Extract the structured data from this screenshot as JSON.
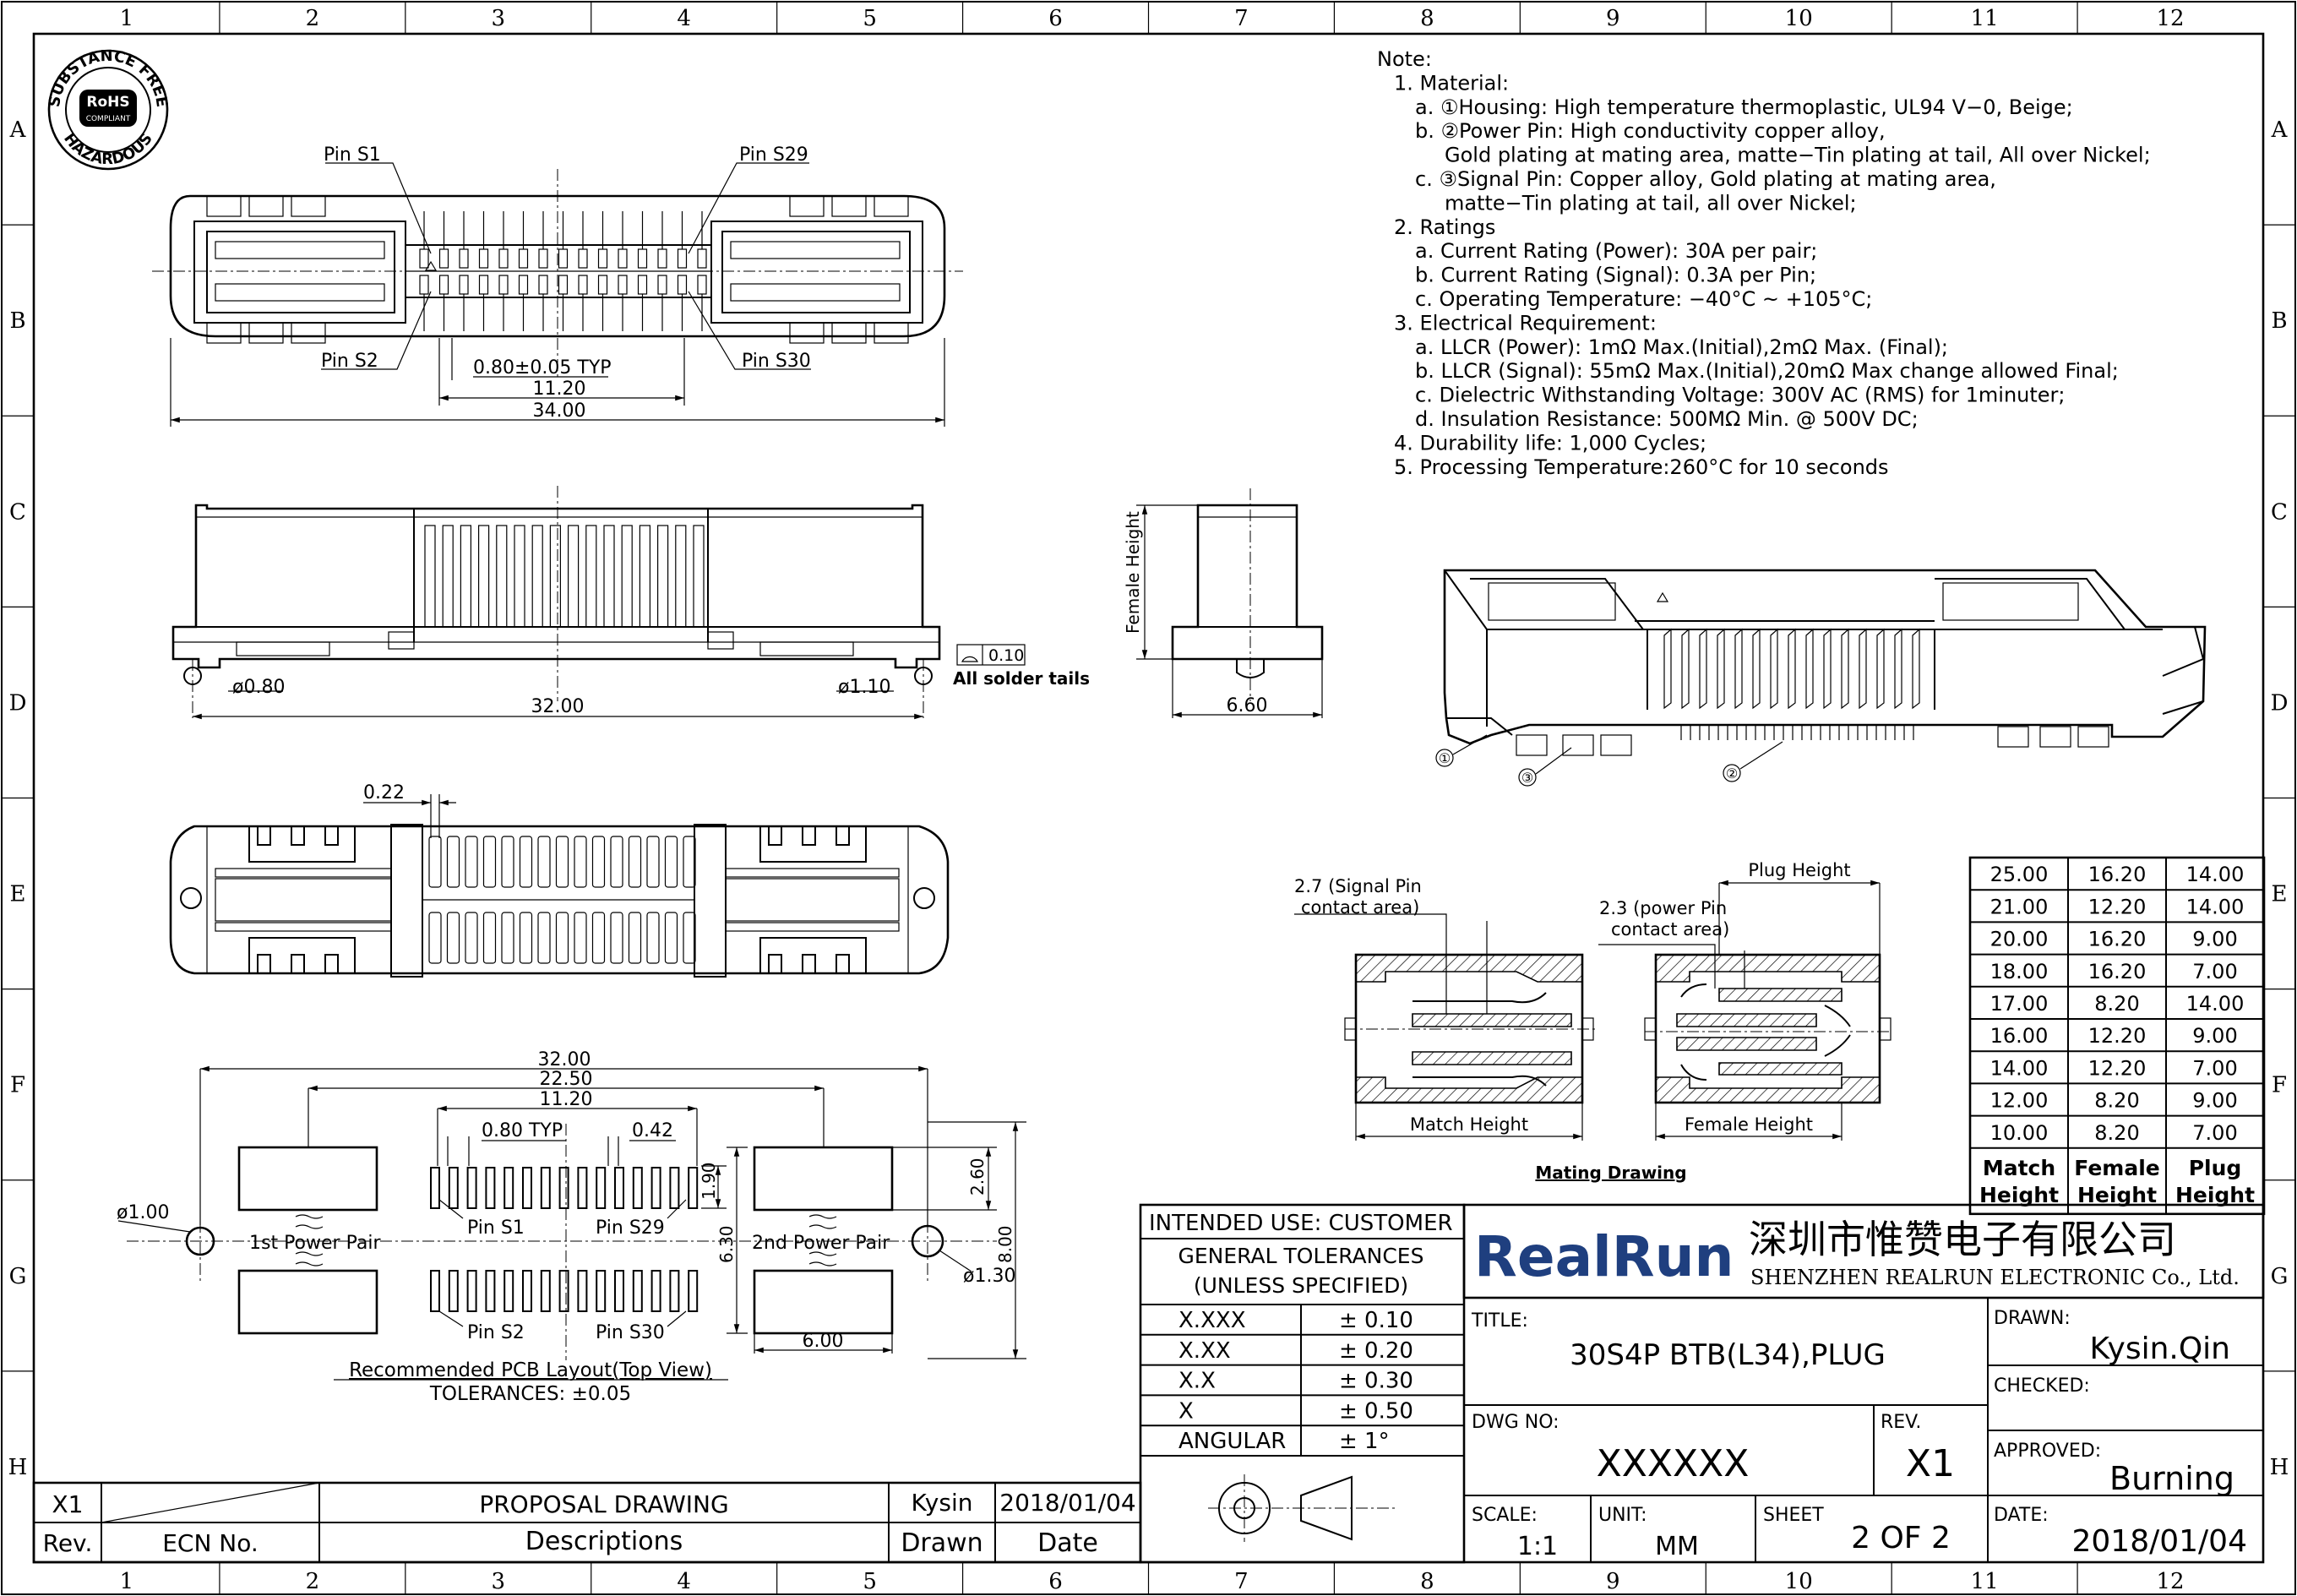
{
  "grid": {
    "columns": [
      "1",
      "2",
      "3",
      "4",
      "5",
      "6",
      "7",
      "8",
      "9",
      "10",
      "11",
      "12"
    ],
    "rows": [
      "A",
      "B",
      "C",
      "D",
      "E",
      "F",
      "G",
      "H"
    ]
  },
  "rohs": {
    "top": "SUBSTANCE FREE",
    "mid1": "RoHS",
    "mid2": "COMPLIANT",
    "bottom": "HAZARDOUS"
  },
  "top_view": {
    "pin_s1": "Pin S1",
    "pin_s29": "Pin S29",
    "pin_s2": "Pin S2",
    "pin_s30": "Pin S30",
    "pitch": "0.80±0.05 TYP",
    "dim_inner": "11.20",
    "dim_overall": "34.00"
  },
  "side_view": {
    "dim_width": "32.00",
    "hole_left": "ø0.80",
    "hole_right": "ø1.10",
    "flatness": "0.10",
    "solder_note": "All solder tails"
  },
  "end_view": {
    "label_height": "Female Height",
    "dim_width": "6.60"
  },
  "bottom_view": {
    "dim_gap": "0.22"
  },
  "pcb": {
    "dim_32": "32.00",
    "dim_22": "22.50",
    "dim_11": "11.20",
    "pitch": "0.80 TYP",
    "dim_042": "0.42",
    "hole_left": "ø1.00",
    "hole_right": "ø1.30",
    "dim_190": "1.90",
    "dim_260": "2.60",
    "dim_630": "6.30",
    "dim_800": "8.00",
    "dim_600": "6.00",
    "pin_s1": "Pin S1",
    "pin_s29": "Pin S29",
    "pin_s2": "Pin S2",
    "pin_s30": "Pin S30",
    "power1": "1st Power Pair",
    "power2": "2nd Power Pair",
    "caption": "Recommended PCB Layout(Top View)",
    "tolerance": "TOLERANCES: ±0.05"
  },
  "notes": [
    "Note:",
    "1. Material:",
    "a. ①Housing: High temperature thermoplastic, UL94 V−0, Beige;",
    "b. ②Power Pin: High conductivity copper alloy,",
    "Gold plating at mating area, matte−Tin plating at tail, All over Nickel;",
    "c. ③Signal Pin: Copper alloy, Gold plating at mating area,",
    "matte−Tin plating at tail, all over Nickel;",
    "2. Ratings",
    "a. Current Rating (Power): 30A per pair;",
    "b. Current Rating (Signal): 0.3A per Pin;",
    "c. Operating Temperature: −40°C ~ +105°C;",
    "3. Electrical Requirement:",
    "a. LLCR (Power): 1mΩ Max.(Initial),2mΩ Max. (Final);",
    "b. LLCR (Signal): 55mΩ Max.(Initial),20mΩ Max change allowed Final;",
    "c. Dielectric Withstanding Voltage: 300V AC (RMS) for 1minuter;",
    "d. Insulation Resistance: 500MΩ Min. @ 500V DC;",
    "4. Durability life: 1,000 Cycles;",
    "5. Processing Temperature:260°C for 10 seconds"
  ],
  "iso_callouts": [
    "①",
    "③",
    "②"
  ],
  "mating": {
    "signal_contact": "2.7 (Signal Pin",
    "signal_contact2": "contact area)",
    "power_contact": "2.3 (power Pin",
    "power_contact2": "contact area)",
    "plug_height": "Plug Height",
    "match_height": "Match Height",
    "female_height": "Female Height",
    "caption": "Mating Drawing"
  },
  "height_table": {
    "rows": [
      [
        "25.00",
        "16.20",
        "14.00"
      ],
      [
        "21.00",
        "12.20",
        "14.00"
      ],
      [
        "20.00",
        "16.20",
        "9.00"
      ],
      [
        "18.00",
        "16.20",
        "7.00"
      ],
      [
        "17.00",
        "8.20",
        "14.00"
      ],
      [
        "16.00",
        "12.20",
        "9.00"
      ],
      [
        "14.00",
        "12.20",
        "7.00"
      ],
      [
        "12.00",
        "8.20",
        "9.00"
      ],
      [
        "10.00",
        "8.20",
        "7.00"
      ]
    ],
    "headers": [
      [
        "Match",
        "Height"
      ],
      [
        "Female",
        "Height"
      ],
      [
        "Plug",
        "Height"
      ]
    ]
  },
  "title_block": {
    "intended_use": "INTENDED USE: CUSTOMER",
    "gen_tol1": "GENERAL TOLERANCES",
    "gen_tol2": "(UNLESS SPECIFIED)",
    "tolerances": [
      [
        "X.XXX",
        "± 0.10"
      ],
      [
        "X.XX",
        "± 0.20"
      ],
      [
        "X.X",
        "± 0.30"
      ],
      [
        "X",
        "± 0.50"
      ],
      [
        "ANGULAR",
        "± 1°"
      ]
    ],
    "logo": "RealRun",
    "company_cn": "深圳市惟赞电子有限公司",
    "company_en": "SHENZHEN REALRUN ELECTRONIC Co., Ltd.",
    "title_label": "TITLE:",
    "title": "30S4P BTB(L34),PLUG",
    "dwg_label": "DWG NO:",
    "dwg_no": "XXXXXX",
    "rev_label": "REV.",
    "rev": "X1",
    "scale_label": "SCALE:",
    "scale": "1:1",
    "unit_label": "UNIT:",
    "unit": "MM",
    "sheet_label": "SHEET",
    "sheet": "2 OF 2",
    "drawn_label": "DRAWN:",
    "drawn": "Kysin.Qin",
    "checked_label": "CHECKED:",
    "approved_label": "APPROVED:",
    "approved": "Burning",
    "date_label": "DATE:",
    "date": "2018/01/04"
  },
  "revision_block": {
    "rev": "X1",
    "description": "PROPOSAL DRAWING",
    "drawn": "Kysin",
    "date": "2018/01/04",
    "h_rev": "Rev.",
    "h_ecn": "ECN No.",
    "h_desc": "Descriptions",
    "h_drawn": "Drawn",
    "h_date": "Date"
  }
}
